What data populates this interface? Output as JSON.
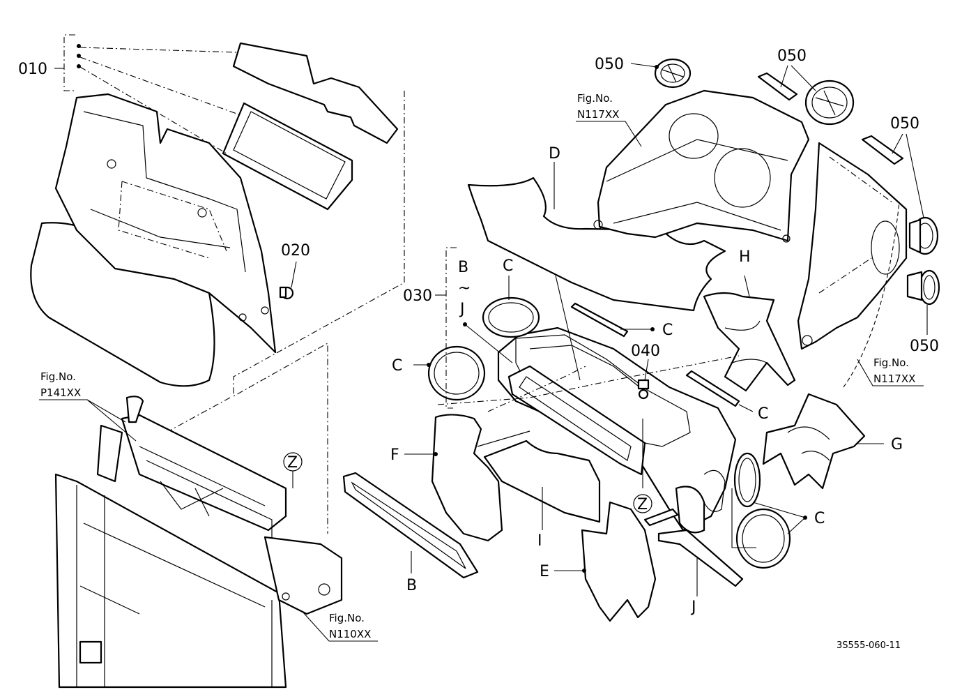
{
  "callouts": {
    "c010": "010",
    "c020": "020",
    "c030": "030",
    "c040": "040",
    "c050a": "050",
    "c050b": "050",
    "c050c": "050",
    "c050d": "050",
    "range_top": "B",
    "range_tilde": "~",
    "range_bottom": "J"
  },
  "letters": {
    "B": "B",
    "C1": "C",
    "C2": "C",
    "C3": "C",
    "C4": "C",
    "C5": "C",
    "D": "D",
    "E": "E",
    "F": "F",
    "G": "G",
    "H": "H",
    "I": "I",
    "J": "J",
    "Z1": "Z",
    "Z2": "Z"
  },
  "fig_refs": [
    {
      "label": "Fig.No.",
      "code": "N117XX"
    },
    {
      "label": "Fig.No.",
      "code": "N117XX"
    },
    {
      "label": "Fig.No.",
      "code": "P141XX"
    },
    {
      "label": "Fig.No.",
      "code": "N110XX"
    }
  ],
  "drawing_code": "3S555-060-11"
}
